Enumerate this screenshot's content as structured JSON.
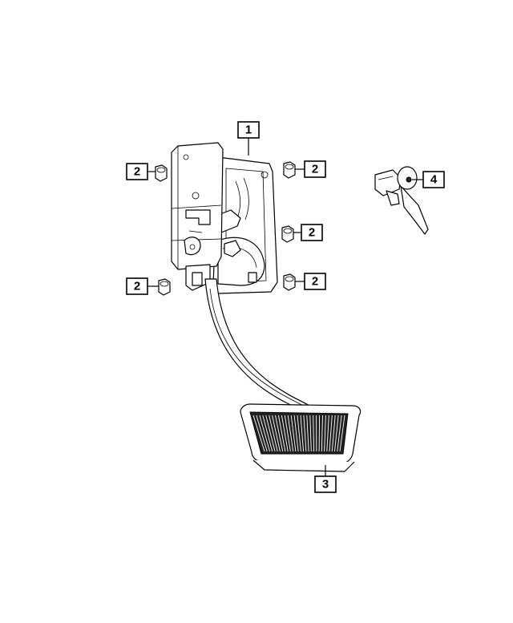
{
  "callouts": [
    {
      "id": "c1",
      "label": "1"
    },
    {
      "id": "c2a",
      "label": "2"
    },
    {
      "id": "c2b",
      "label": "2"
    },
    {
      "id": "c2c",
      "label": "2"
    },
    {
      "id": "c2d",
      "label": "2"
    },
    {
      "id": "c2e",
      "label": "2"
    },
    {
      "id": "c3",
      "label": "3"
    },
    {
      "id": "c4",
      "label": "4"
    }
  ],
  "colors": {
    "line": "#000000",
    "background": "#ffffff"
  }
}
